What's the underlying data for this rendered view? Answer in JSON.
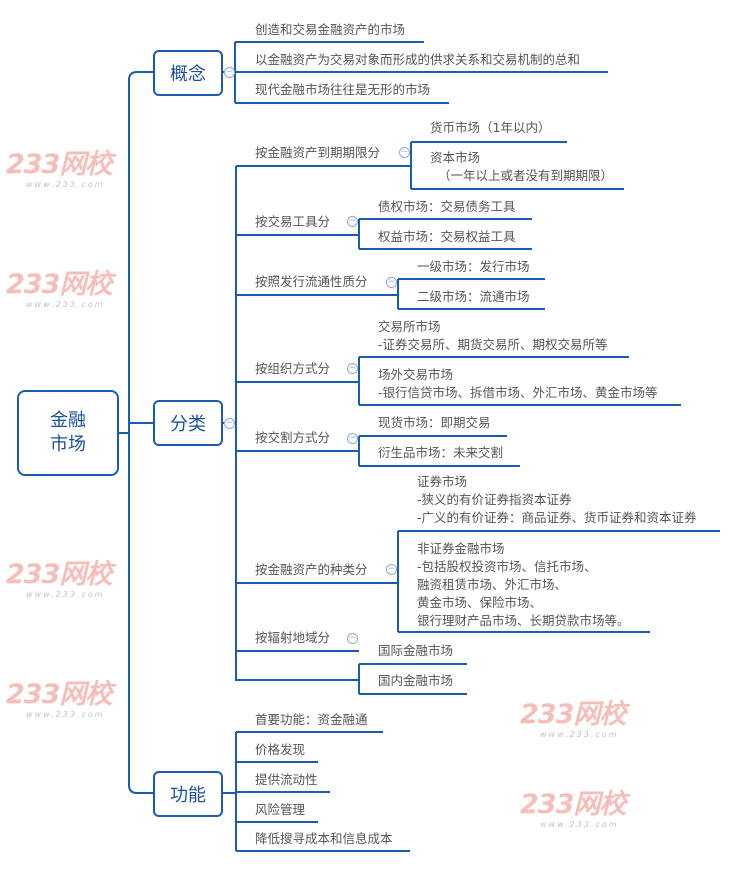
{
  "root": {
    "label": "金融\n市场"
  },
  "watermark": {
    "brand": "233网校",
    "url": "www.233.com"
  },
  "branches": {
    "concept": {
      "label": "概念",
      "items": [
        "创造和交易金融资产的市场",
        "以金融资产为交易对象而形成的供求关系和交易机制的总和",
        "现代金融市场往往是无形的市场"
      ]
    },
    "classification": {
      "label": "分类",
      "groups": [
        {
          "label": "按金融资产到期期限分",
          "items": [
            "货币市场（1年以内）",
            "资本市场\n  （一年以上或者没有到期期限）"
          ]
        },
        {
          "label": "按交易工具分",
          "items": [
            "债权市场：交易债务工具",
            "权益市场：交易权益工具"
          ]
        },
        {
          "label": "按照发行流通性质分",
          "items": [
            "一级市场：发行市场",
            "二级市场：流通市场"
          ]
        },
        {
          "label": "按组织方式分",
          "items": [
            "交易所市场\n-证券交易所、期货交易所、期权交易所等",
            "场外交易市场\n-银行信贷市场、拆借市场、外汇市场、黄金市场等"
          ]
        },
        {
          "label": "按交割方式分",
          "items": [
            "现货市场：即期交易",
            "衍生品市场：未来交割"
          ]
        },
        {
          "label": "按金融资产的种类分",
          "items": [
            "证券市场\n-狭义的有价证券指资本证券\n-广义的有价证券：商品证券、货币证券和资本证券",
            "非证券金融市场\n-包括股权投资市场、信托市场、\n融资租赁市场、外汇市场、\n黄金市场、保险市场、\n银行理财产品市场、长期贷款市场等。"
          ]
        },
        {
          "label": "按辐射地域分",
          "items": [
            "国际金融市场",
            "国内金融市场"
          ]
        }
      ]
    },
    "function": {
      "label": "功能",
      "items": [
        "首要功能：资金融通",
        "价格发现",
        "提供流动性",
        "风险管理",
        "降低搜寻成本和信息成本"
      ]
    }
  },
  "colors": {
    "line": "#1a5cb4",
    "text": "#555555",
    "node_text": "#1a4f9c"
  }
}
